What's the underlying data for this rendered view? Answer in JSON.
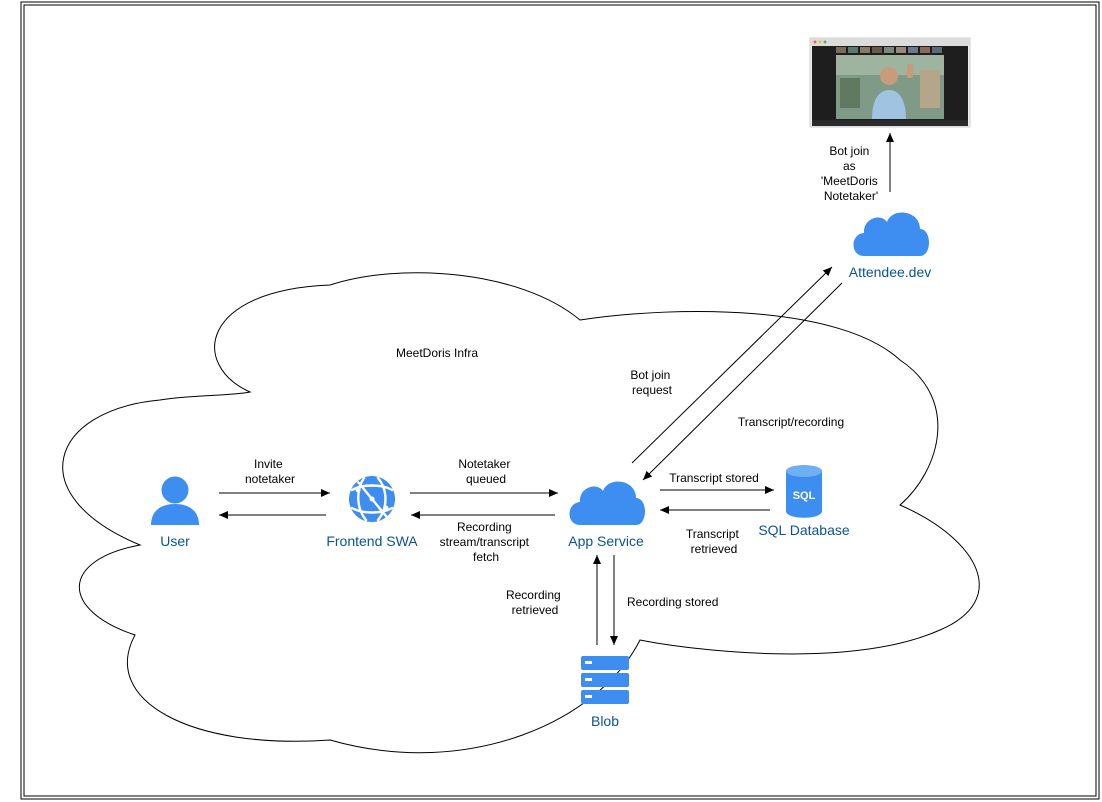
{
  "title": "MeetDoris Infra",
  "colors": {
    "icon_blue": "#3d8ef0",
    "label_blue": "#0b5394",
    "line": "#000000"
  },
  "nodes": {
    "user": {
      "label": "User",
      "icon": "person-icon"
    },
    "frontend": {
      "label": "Frontend SWA",
      "icon": "web-app-globe-icon"
    },
    "app_service": {
      "label": "App Service",
      "icon": "cloud-icon"
    },
    "sql": {
      "label": "SQL Database",
      "icon": "sql-database-icon",
      "icon_text": "SQL"
    },
    "blob": {
      "label": "Blob",
      "icon": "storage-blob-icon"
    },
    "attendee": {
      "label": "Attendee.dev",
      "icon": "cloud-icon"
    },
    "meeting": {
      "icon": "video-call-screenshot"
    }
  },
  "edges": {
    "invite": [
      "Invite",
      "notetaker"
    ],
    "queued": [
      "Notetaker",
      "queued"
    ],
    "recording_stream": [
      "Recording",
      "stream/transcript",
      "fetch"
    ],
    "transcript_stored": [
      "Transcript stored"
    ],
    "transcript_retrieved": [
      "Transcript",
      "retrieved"
    ],
    "recording_retrieved": [
      "Recording",
      "retrieved"
    ],
    "recording_stored": [
      "Recording stored"
    ],
    "bot_join_request": [
      "Bot join",
      "request"
    ],
    "transcript_recording": [
      "Transcript/recording"
    ],
    "bot_join_as": [
      "Bot join",
      "as",
      "'MeetDoris",
      "Notetaker'"
    ]
  }
}
